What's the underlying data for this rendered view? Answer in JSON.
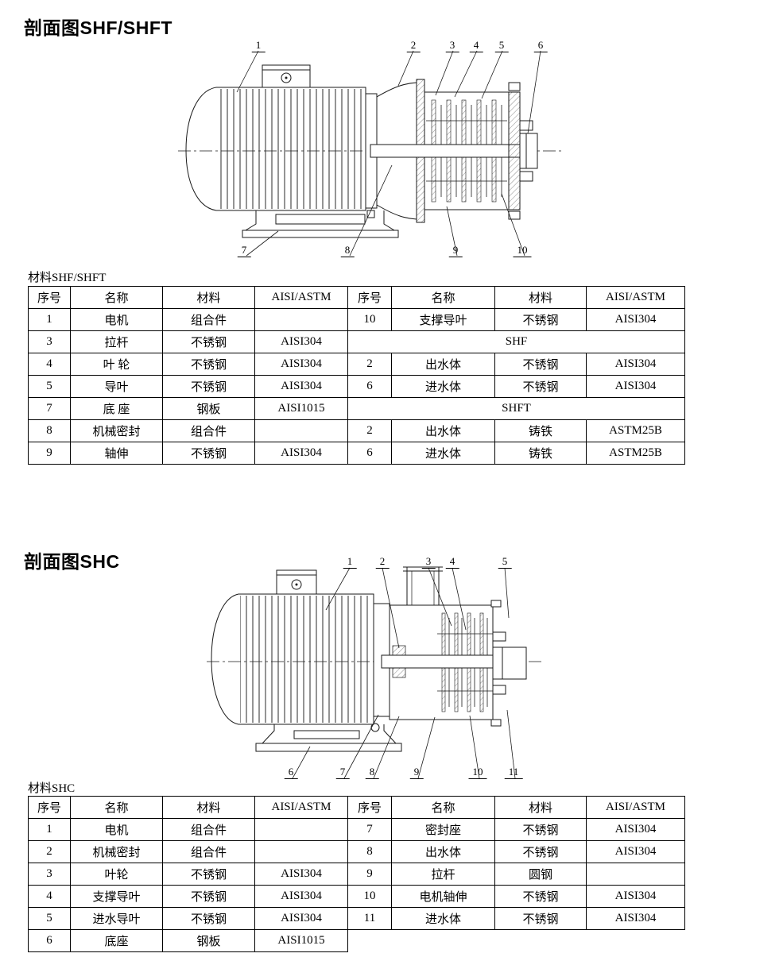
{
  "sections": [
    {
      "title": "剖面图SHF/SHFT",
      "materials_label": "材料SHF/SHFT",
      "callouts": [
        "1",
        "2",
        "3",
        "4",
        "5",
        "6",
        "7",
        "8",
        "9",
        "10"
      ]
    },
    {
      "title": "剖面图SHC",
      "materials_label": "材料SHC",
      "callouts": [
        "1",
        "2",
        "3",
        "4",
        "5",
        "6",
        "7",
        "8",
        "9",
        "10",
        "11"
      ]
    }
  ],
  "tables": [
    {
      "headers": [
        "序号",
        "名称",
        "材料",
        "AISI/ASTM",
        "序号",
        "名称",
        "材料",
        "AISI/ASTM"
      ],
      "rows": [
        [
          "1",
          "电机",
          "组合件",
          "",
          "10",
          "支撑导叶",
          "不锈钢",
          "AISI304"
        ],
        [
          "3",
          "拉杆",
          "不锈钢",
          "AISI304",
          {
            "t": "SHF",
            "span": 4
          }
        ],
        [
          "4",
          "叶 轮",
          "不锈钢",
          "AISI304",
          "2",
          "出水体",
          "不锈钢",
          "AISI304"
        ],
        [
          "5",
          "导叶",
          "不锈钢",
          "AISI304",
          "6",
          "进水体",
          "不锈钢",
          "AISI304"
        ],
        [
          "7",
          "底 座",
          "钢板",
          "AISI1015",
          {
            "t": "SHFT",
            "span": 4
          }
        ],
        [
          "8",
          "机械密封",
          "组合件",
          "",
          "2",
          "出水体",
          "铸铁",
          "ASTM25B"
        ],
        [
          "9",
          "轴伸",
          "不锈钢",
          "AISI304",
          "6",
          "进水体",
          "铸铁",
          "ASTM25B"
        ]
      ]
    },
    {
      "headers": [
        "序号",
        "名称",
        "材料",
        "AISI/ASTM",
        "序号",
        "名称",
        "材料",
        "AISI/ASTM"
      ],
      "rows": [
        [
          "1",
          "电机",
          "组合件",
          "",
          "7",
          "密封座",
          "不锈钢",
          "AISI304"
        ],
        [
          "2",
          "机械密封",
          "组合件",
          "",
          "8",
          "出水体",
          "不锈钢",
          "AISI304"
        ],
        [
          "3",
          "叶轮",
          "不锈钢",
          "AISI304",
          "9",
          "拉杆",
          "圆钢",
          ""
        ],
        [
          "4",
          "支撑导叶",
          "不锈钢",
          "AISI304",
          "10",
          "电机轴伸",
          "不锈钢",
          "AISI304"
        ],
        [
          "5",
          "进水导叶",
          "不锈钢",
          "AISI304",
          "11",
          "进水体",
          "不锈钢",
          "AISI304"
        ],
        [
          "6",
          "底座",
          "钢板",
          "AISI1015",
          {
            "t": "",
            "span": 4,
            "blank": true
          }
        ]
      ]
    }
  ]
}
